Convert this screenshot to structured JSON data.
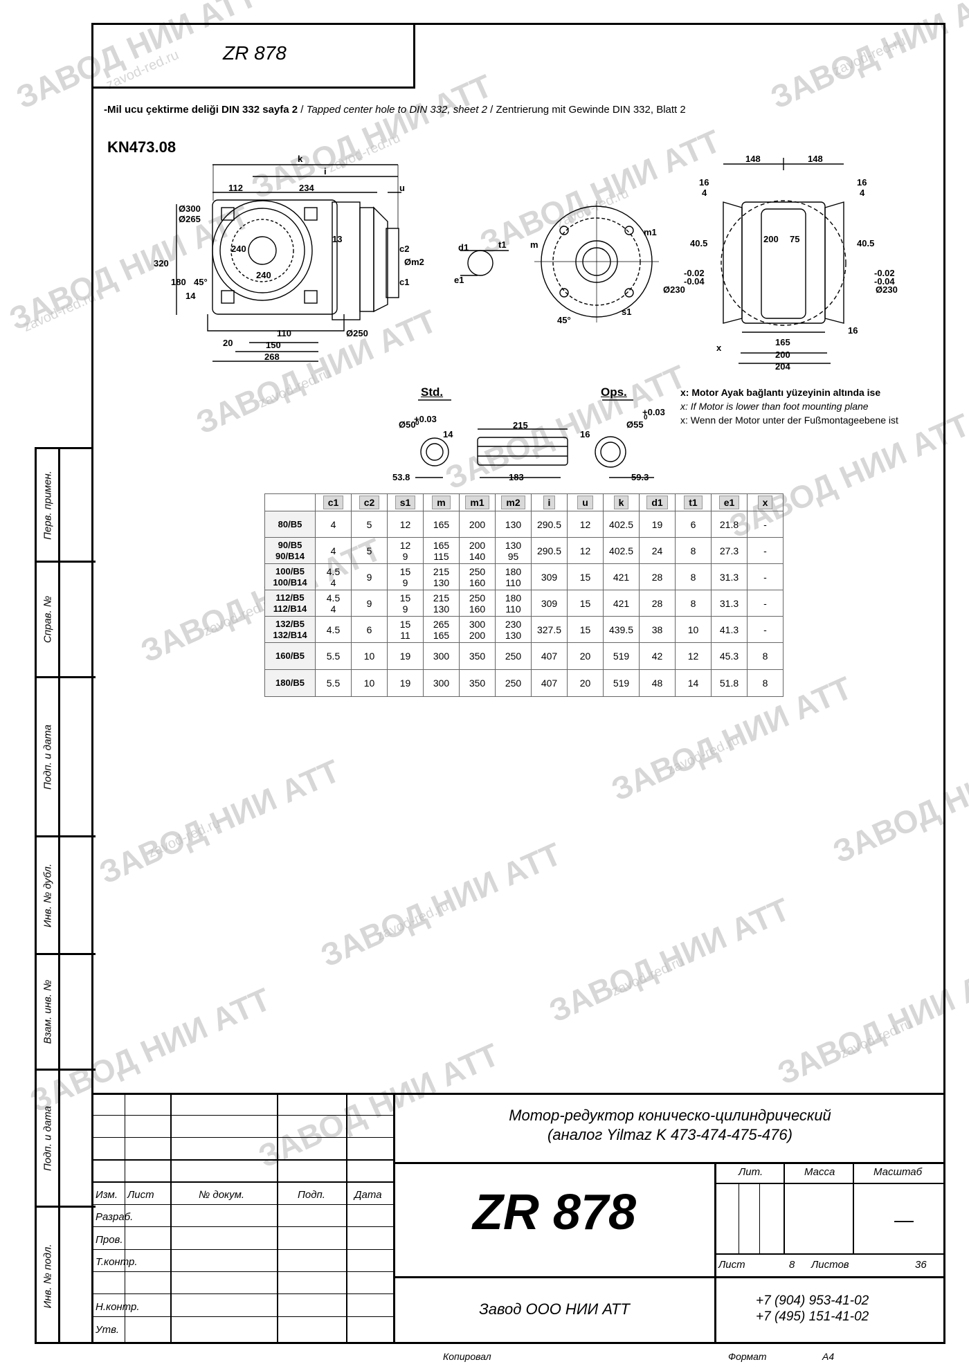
{
  "header": {
    "title": "ZR 878"
  },
  "note": {
    "turkish": "-Mil ucu çektirme deliği DIN 332 sayfa 2",
    "english": "Tapped center hole to DIN 332, sheet 2",
    "german": "Zentrierung mit Gewinde DIN 332, Blatt 2",
    "sep": "/"
  },
  "drawing": {
    "code": "KN473.08",
    "labels": {
      "k": "k",
      "i": "i",
      "u": "u",
      "d112": "112",
      "d234": "234",
      "o300": "Ø300",
      "o265": "Ø265",
      "d320": "320",
      "d180": "180",
      "a45": "45°",
      "d14": "14",
      "d240a": "240",
      "d240b": "240",
      "d13": "13",
      "c2": "c2",
      "om2": "Øm2",
      "c1": "c1",
      "d110": "110",
      "d150": "150",
      "d268": "268",
      "d20": "20",
      "o250": "Ø250",
      "d1": "d1",
      "t1": "t1",
      "e1": "e1",
      "m": "m",
      "m1": "m1",
      "s1": "s1",
      "a45b": "45°",
      "d148a": "148",
      "d148b": "148",
      "d16a": "16",
      "d4a": "4",
      "d16b": "16",
      "d4b": "4",
      "d40_5a": "40.5",
      "d200": "200",
      "d75": "75",
      "d40_5b": "40.5",
      "tol_a": "-0.02",
      "tol_b": "-0.04",
      "tol_c": "-0.02",
      "tol_d": "-0.04",
      "o230a": "Ø230",
      "o230b": "Ø230",
      "d16c": "16",
      "x": "x",
      "d165": "165",
      "d200b": "200",
      "d204": "204",
      "std": "Std.",
      "ops": "Ops.",
      "o50": "Ø50",
      "o55": "Ø55",
      "tol_p": "+0.03",
      "tol_0": "0",
      "tol_p2": "+0.03",
      "tol_02": "0",
      "d14b": "14",
      "d53_8": "53.8",
      "d215": "215",
      "d183": "183",
      "d16d": "16",
      "d59_3": "59.3"
    }
  },
  "legend": {
    "l1": "x: Motor Ayak bağlantı yüzeyinin altında ise",
    "l2": "x: If Motor is lower than foot mounting plane",
    "l3": "x: Wenn der Motor unter der Fußmontageebene ist"
  },
  "table": {
    "headers": [
      "c1",
      "c2",
      "s1",
      "m",
      "m1",
      "m2",
      "i",
      "u",
      "k",
      "d1",
      "t1",
      "e1",
      "x"
    ],
    "rows": [
      {
        "label": "80/B5",
        "cells": [
          "4",
          "5",
          "12",
          "165",
          "200",
          "130",
          "290.5",
          "12",
          "402.5",
          "19",
          "6",
          "21.8",
          "-"
        ]
      },
      {
        "label": "90/B5\n90/B14",
        "cells": [
          "4",
          "5",
          "12\n9",
          "165\n115",
          "200\n140",
          "130\n95",
          "290.5",
          "12",
          "402.5",
          "24",
          "8",
          "27.3",
          "-"
        ]
      },
      {
        "label": "100/B5\n100/B14",
        "cells": [
          "4.5\n4",
          "9",
          "15\n9",
          "215\n130",
          "250\n160",
          "180\n110",
          "309",
          "15",
          "421",
          "28",
          "8",
          "31.3",
          "-"
        ]
      },
      {
        "label": "112/B5\n112/B14",
        "cells": [
          "4.5\n4",
          "9",
          "15\n9",
          "215\n130",
          "250\n160",
          "180\n110",
          "309",
          "15",
          "421",
          "28",
          "8",
          "31.3",
          "-"
        ]
      },
      {
        "label": "132/B5\n132/B14",
        "cells": [
          "4.5",
          "6",
          "15\n11",
          "265\n165",
          "300\n200",
          "230\n130",
          "327.5",
          "15",
          "439.5",
          "38",
          "10",
          "41.3",
          "-"
        ]
      },
      {
        "label": "160/B5",
        "cells": [
          "5.5",
          "10",
          "19",
          "300",
          "350",
          "250",
          "407",
          "20",
          "519",
          "42",
          "12",
          "45.3",
          "8"
        ]
      },
      {
        "label": "180/B5",
        "cells": [
          "5.5",
          "10",
          "19",
          "300",
          "350",
          "250",
          "407",
          "20",
          "519",
          "48",
          "14",
          "51.8",
          "8"
        ]
      }
    ]
  },
  "side_stamp": {
    "perv": "Перв. примен.",
    "sprav": "Справ. №",
    "podp1": "Подп. и дата",
    "inv_dubl": "Инв. № дубл.",
    "vzam": "Взам. инв. №",
    "podp2": "Подп. и дата",
    "inv_podl": "Инв. № подл."
  },
  "title_block": {
    "description_line1": "Мотор-редуктор коническо-цилиндрический",
    "description_line2": "(аналог Yilmaz K 473-474-475-476)",
    "code": "ZR 878",
    "col_izm": "Изм.",
    "col_list": "Лист",
    "col_doc": "№ докум.",
    "col_podp": "Подп.",
    "col_data": "Дата",
    "razrab": "Разраб.",
    "prov": "Пров.",
    "tkontr": "Т.контр.",
    "nkontr": "Н.контр.",
    "utv": "Утв.",
    "lit": "Лит.",
    "massa": "Масса",
    "masshtab": "Масштаб",
    "scale_value": "—",
    "list_label": "Лист",
    "list_value": "8",
    "listov_label": "Листов",
    "listov_value": "36",
    "company": "Завод ООО НИИ АТТ",
    "phone1": "+7 (904) 953-41-02",
    "phone2": "+7 (495) 151-41-02"
  },
  "footer": {
    "kopiroval": "Копировал",
    "format_label": "Формат",
    "format_value": "A4"
  },
  "watermark": {
    "text": "ЗАВОД НИИ АТТ",
    "url": "zavod-red.ru"
  }
}
